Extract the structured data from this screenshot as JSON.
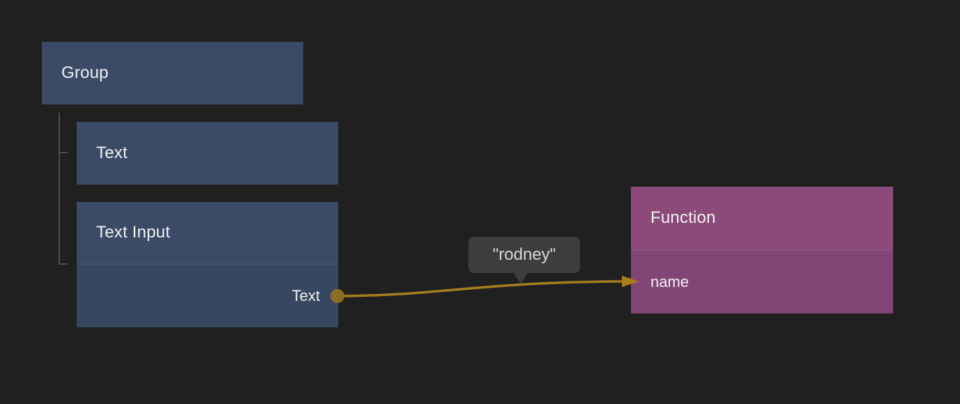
{
  "colors": {
    "canvas_bg": "#202020",
    "node_blue_header": "#3a4a67",
    "node_blue_body": "#384760",
    "node_purple_header": "#8c4a7a",
    "node_purple_body": "#834576",
    "wire_gold": "#a67e1e",
    "port_gold": "#8c6d26",
    "tree_line": "#4e4e4e",
    "tooltip_bg": "#3d3d3d",
    "tooltip_text": "#d9d9d9",
    "text_light": "#f2f2f2"
  },
  "graph": {
    "nodes": {
      "group": {
        "title": "Group"
      },
      "text": {
        "title": "Text"
      },
      "text_input": {
        "title": "Text Input",
        "output_port": {
          "label": "Text"
        }
      },
      "function": {
        "title": "Function",
        "input_port": {
          "label": "name"
        }
      }
    },
    "connection": {
      "value_label": "\"rodney\""
    }
  }
}
